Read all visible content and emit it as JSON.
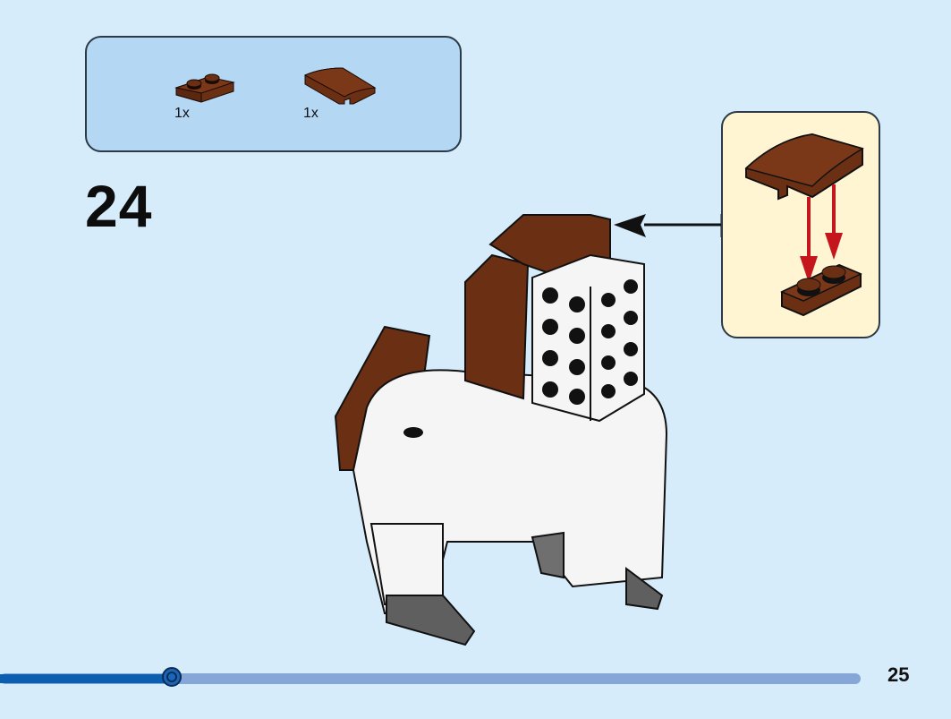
{
  "parts_list": {
    "items": [
      {
        "name": "Plate 1x2",
        "color": "Reddish Brown",
        "quantity": "1x"
      },
      {
        "name": "Slope Curved 2x2",
        "color": "Reddish Brown",
        "quantity": "1x"
      }
    ]
  },
  "step": {
    "number": "24"
  },
  "callout": {
    "description": "Curved slope attaches onto 1x2 plate"
  },
  "progress": {
    "percent": 20
  },
  "page": {
    "number": "25"
  },
  "colors": {
    "background": "#d6ecfb",
    "parts_box": "#b4d7f4",
    "callout_box": "#fff5d2",
    "brick_brown": "#6b2f14",
    "progress_fill": "#0a5fb0",
    "progress_track": "#86a6d8",
    "arrow_red": "#c4161c"
  }
}
